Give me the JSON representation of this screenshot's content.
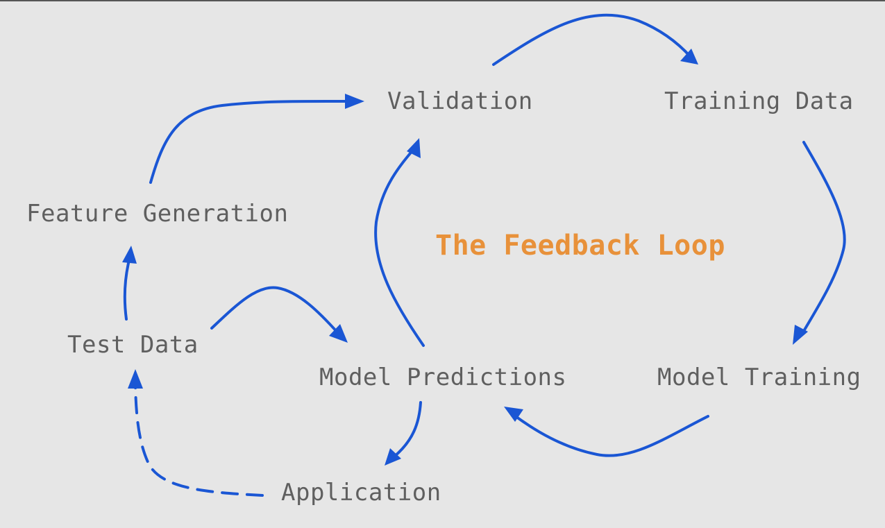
{
  "diagram": {
    "title": "The Feedback Loop",
    "nodes": {
      "validation": "Validation",
      "training_data": "Training Data",
      "feature_generation": "Feature Generation",
      "test_data": "Test Data",
      "model_predictions": "Model Predictions",
      "model_training": "Model Training",
      "application": "Application"
    },
    "edges": [
      {
        "from": "Validation",
        "to": "Training Data",
        "style": "solid"
      },
      {
        "from": "Training Data",
        "to": "Model Training",
        "style": "solid"
      },
      {
        "from": "Model Training",
        "to": "Model Predictions",
        "style": "solid"
      },
      {
        "from": "Model Predictions",
        "to": "Validation",
        "style": "solid"
      },
      {
        "from": "Model Predictions",
        "to": "Application",
        "style": "solid"
      },
      {
        "from": "Application",
        "to": "Test Data",
        "style": "dashed"
      },
      {
        "from": "Test Data",
        "to": "Feature Generation",
        "style": "solid"
      },
      {
        "from": "Test Data",
        "to": "Model Predictions",
        "style": "solid"
      },
      {
        "from": "Feature Generation",
        "to": "Validation",
        "style": "solid"
      }
    ]
  },
  "colors": {
    "background": "#e6e6e6",
    "arrow": "#1a56d4",
    "node_text": "#5f5f5f",
    "title_text": "#e8913a"
  }
}
